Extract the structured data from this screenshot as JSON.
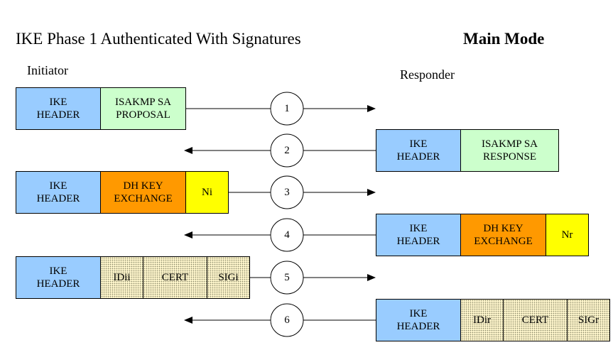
{
  "title": "IKE Phase 1 Authenticated With Signatures",
  "mode": "Main Mode",
  "roles": {
    "initiator": "Initiator",
    "responder": "Responder"
  },
  "messages": [
    {
      "step": "1",
      "direction": "initiator-to-responder",
      "fields": [
        {
          "label": "IKE\nHEADER",
          "color": "#99ccff"
        },
        {
          "label": "ISAKMP SA\nPROPOSAL",
          "color": "#ccffcc"
        }
      ]
    },
    {
      "step": "2",
      "direction": "responder-to-initiator",
      "fields": [
        {
          "label": "IKE\nHEADER",
          "color": "#99ccff"
        },
        {
          "label": "ISAKMP SA\nRESPONSE",
          "color": "#ccffcc"
        }
      ]
    },
    {
      "step": "3",
      "direction": "initiator-to-responder",
      "fields": [
        {
          "label": "IKE\nHEADER",
          "color": "#99ccff"
        },
        {
          "label": "DH KEY\nEXCHANGE",
          "color": "#ff9900"
        },
        {
          "label": "Ni",
          "color": "#ffff00"
        }
      ]
    },
    {
      "step": "4",
      "direction": "responder-to-initiator",
      "fields": [
        {
          "label": "IKE\nHEADER",
          "color": "#99ccff"
        },
        {
          "label": "DH KEY\nEXCHANGE",
          "color": "#ff9900"
        },
        {
          "label": "Nr",
          "color": "#ffff00"
        }
      ]
    },
    {
      "step": "5",
      "direction": "initiator-to-responder",
      "fields": [
        {
          "label": "IKE\nHEADER",
          "color": "#99ccff"
        },
        {
          "label": "IDii",
          "color": "dotted"
        },
        {
          "label": "CERT",
          "color": "dotted"
        },
        {
          "label": "SIGi",
          "color": "dotted"
        }
      ]
    },
    {
      "step": "6",
      "direction": "responder-to-initiator",
      "fields": [
        {
          "label": "IKE\nHEADER",
          "color": "#99ccff"
        },
        {
          "label": "IDir",
          "color": "dotted"
        },
        {
          "label": "CERT",
          "color": "dotted"
        },
        {
          "label": "SIGr",
          "color": "dotted"
        }
      ]
    }
  ]
}
